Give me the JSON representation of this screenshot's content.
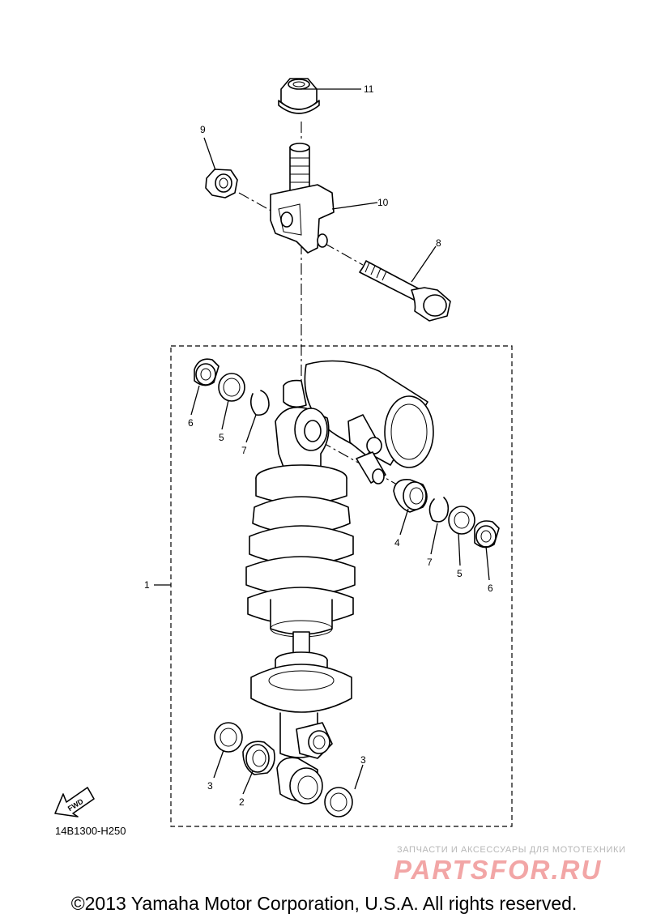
{
  "callouts": {
    "c1": "1",
    "c2": "2",
    "c3a": "3",
    "c3b": "3",
    "c4": "4",
    "c5a": "5",
    "c5b": "5",
    "c6a": "6",
    "c6b": "6",
    "c7a": "7",
    "c7b": "7",
    "c8": "8",
    "c9": "9",
    "c10": "10",
    "c11": "11"
  },
  "fwd_label": "FWD",
  "diagram_code": "14B1300-H250",
  "watermark": {
    "tagline": "ЗАПЧАСТИ И АКСЕССУАРЫ ДЛЯ МОТОТЕХНИКИ",
    "brand": "PARTSFOR.RU"
  },
  "copyright": "©2013 Yamaha Motor Corporation, U.S.A. All rights reserved."
}
